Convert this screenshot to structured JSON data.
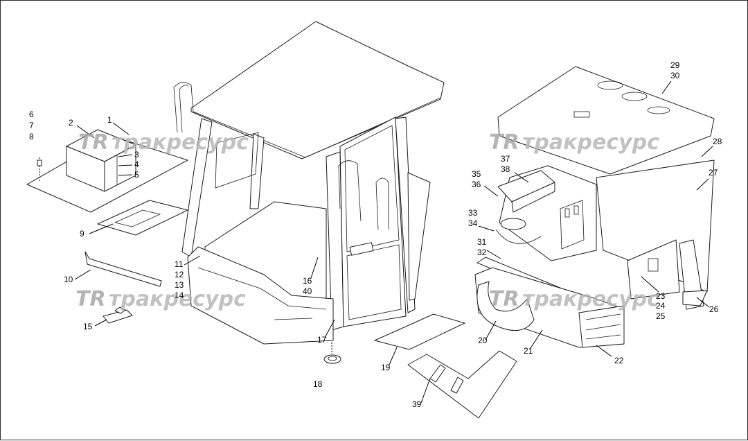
{
  "watermark": {
    "logo": "TR",
    "text": "тракресурс"
  },
  "callouts": {
    "c1": "1",
    "c2": "2",
    "c3": "3",
    "c4": "4",
    "c5": "5",
    "c6": "6",
    "c7": "7",
    "c8": "8",
    "c9": "9",
    "c10": "10",
    "c11": "11",
    "c12": "12",
    "c13": "13",
    "c14": "14",
    "c15": "15",
    "c16": "16",
    "c40": "40",
    "c17": "17",
    "c18": "18",
    "c19": "19",
    "c20": "20",
    "c21": "21",
    "c22": "22",
    "c23": "23",
    "c24": "24",
    "c25": "25",
    "c26": "26",
    "c27": "27",
    "c28": "28",
    "c29": "29",
    "c30": "30",
    "c31": "31",
    "c32": "32",
    "c33": "33",
    "c34": "34",
    "c35": "35",
    "c36": "36",
    "c37": "37",
    "c38": "38",
    "c39": "39"
  }
}
